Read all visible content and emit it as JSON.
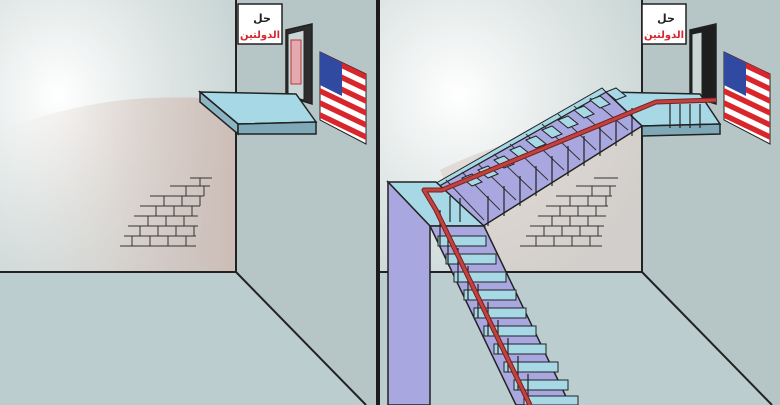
{
  "panels": [
    {
      "id": "before",
      "sign": {
        "line1": "حل",
        "line2": "الدولتين"
      }
    },
    {
      "id": "after",
      "sign": {
        "line1": "حل",
        "line2": "الدولتين"
      }
    }
  ],
  "colors": {
    "wall": "#c9d6d5",
    "wall_shadow": "#d9c9c3",
    "floor": "#bccdd0",
    "right_wall": "#b3c4c5",
    "stairs": "#a7d8e6",
    "stairs_side": "#a9a7e0",
    "rail": "#b23a3a",
    "flag_red": "#d8262d",
    "flag_blue": "#2f4aa0",
    "sign_text": "#d8262d"
  }
}
